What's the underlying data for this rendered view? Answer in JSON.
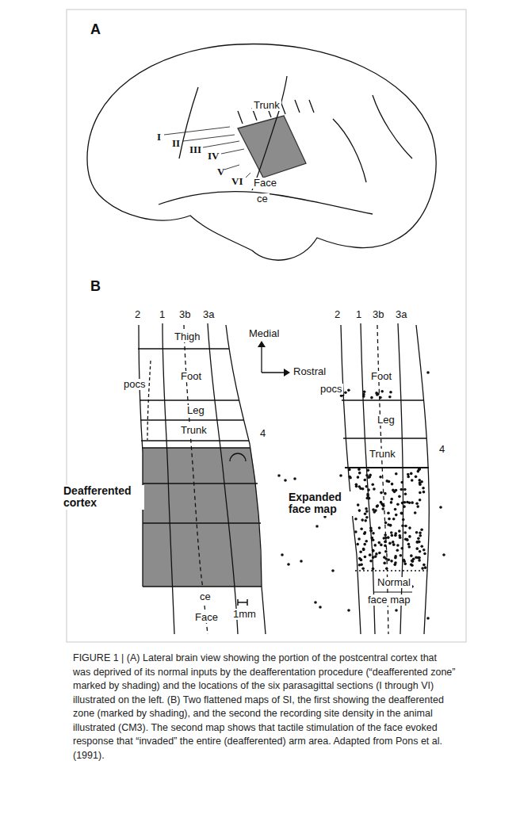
{
  "diagram": {
    "caption": "FIGURE 1 | (A) Lateral brain view showing the portion of the postcentral cortex that was deprived of its normal inputs by the deafferentation procedure (“deafferented zone” marked by shading) and the locations of the six parasagittal sections (I through VI) illustrated on the left. (B) Two flattened maps of SI, the first showing the deafferented zone (marked by shading), and the second the recording site density in the animal illustrated (CM3). The second map shows that tactile stimulation of the face evoked response that “invaded” the entire (deafferented) arm area. Adapted from Pons et al. (1991).",
    "labels": [
      "A",
      "Trunk",
      "I",
      "II",
      "III",
      "IV",
      "V",
      "VI",
      "Face",
      "ce",
      "B",
      "2",
      "1",
      "3b",
      "3a",
      "Thigh",
      "pocs",
      "Foot",
      "Leg",
      "Trunk",
      "4",
      "Deafferented cortex",
      "Face",
      "ce",
      "1mm",
      "Medial",
      "Rostral",
      "2",
      "1",
      "3b",
      "3a",
      "Foot",
      "pocs",
      "Leg",
      "Trunk",
      "4",
      "Expanded face map",
      "Normal",
      "face map"
    ]
  }
}
